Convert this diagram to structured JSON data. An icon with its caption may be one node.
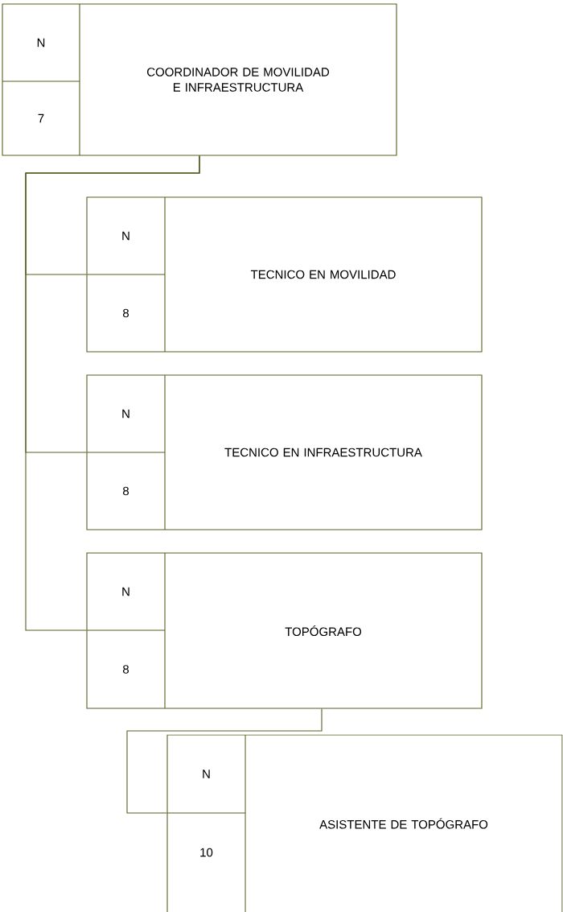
{
  "diagram": {
    "nodes": [
      {
        "text": [
          "N",
          "7",
          "COORDINADOR DE MOVILIDAD E INFRAESTRUCTURA"
        ]
      },
      {
        "text": [
          "N",
          "8",
          "TECNICO EN MOVILIDAD"
        ]
      },
      {
        "text": [
          "N",
          "8",
          "TECNICO EN INFRAESTRUCTURA"
        ]
      },
      {
        "text": [
          "N",
          "8",
          "TOPÓGRAFO"
        ]
      },
      {
        "text": [
          "N",
          "10",
          "ASISTENTE DE TOPÓGRAFO"
        ]
      }
    ],
    "edges": [
      {
        "from": 0,
        "to": 1,
        "arrow": "none"
      },
      {
        "from": 0,
        "to": 2,
        "arrow": "none"
      },
      {
        "from": 0,
        "to": 3,
        "arrow": "none"
      },
      {
        "from": 3,
        "to": 4,
        "arrow": "none"
      }
    ]
  }
}
